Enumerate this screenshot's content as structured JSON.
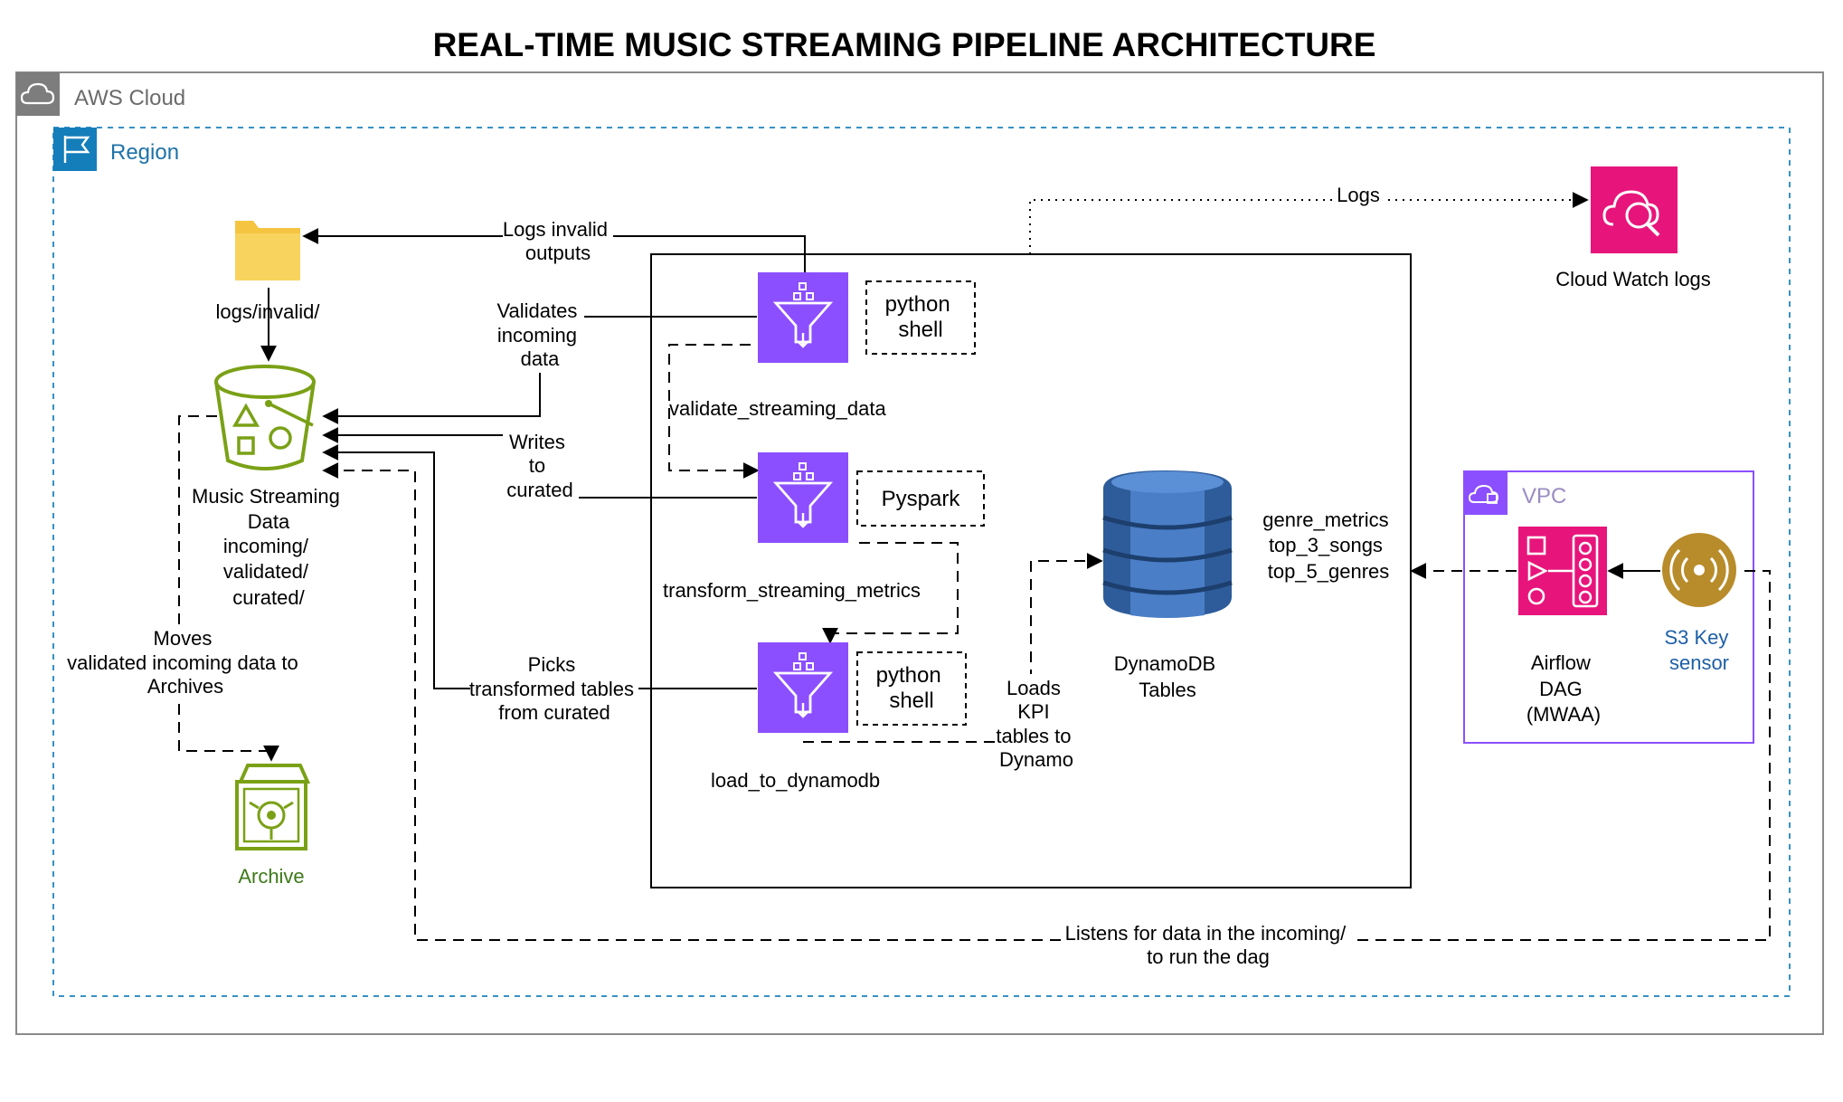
{
  "title": "REAL-TIME MUSIC STREAMING PIPELINE ARCHITECTURE",
  "groups": {
    "aws_cloud": "AWS Cloud",
    "region": "Region",
    "vpc": "VPC"
  },
  "nodes": {
    "logs_folder": "logs/invalid/",
    "bucket": [
      "Music Streaming",
      "Data"
    ],
    "bucket_prefixes": [
      "incoming/",
      "validated/",
      "curated/"
    ],
    "archive": "Archive",
    "cloudwatch": "Cloud Watch logs",
    "dynamodb": [
      "DynamoDB",
      "Tables"
    ],
    "dynamodb_tables": [
      "genre_metrics",
      "top_3_songs",
      "top_5_genres"
    ],
    "airflow": [
      "Airflow",
      "DAG",
      "(MWAA)"
    ],
    "s3_sensor": [
      "S3 Key",
      "sensor"
    ]
  },
  "jobs": [
    {
      "name": "validate_streaming_data",
      "runtime": [
        "python",
        "shell"
      ]
    },
    {
      "name": "transform_streaming_metrics",
      "runtime": [
        "Pyspark"
      ]
    },
    {
      "name": "load_to_dynamodb",
      "runtime": [
        "python",
        "shell"
      ]
    }
  ],
  "edge_labels": {
    "logs": "Logs",
    "logs_invalid": [
      "Logs invalid",
      "outputs"
    ],
    "validates": [
      "Validates",
      "incoming",
      "data"
    ],
    "writes": [
      "Writes",
      "to",
      "curated"
    ],
    "picks": [
      "Picks",
      "transformed tables",
      "from curated"
    ],
    "moves": [
      "Moves",
      "validated incoming data to",
      "Archives"
    ],
    "loads": [
      "Loads",
      "KPI",
      "tables to",
      "Dynamo"
    ],
    "listens": [
      "Listens for data in the incoming/",
      "to run the dag"
    ]
  },
  "colors": {
    "glue": "#8c4fff",
    "cloudwatch": "#e7157b",
    "airflow": "#e7157b",
    "s3_green": "#7aa116",
    "sensor_gold": "#b88c2b",
    "dynamodb": "#3b6fb5",
    "region_teal": "#147eba",
    "vpc_purple": "#8c4fff"
  }
}
